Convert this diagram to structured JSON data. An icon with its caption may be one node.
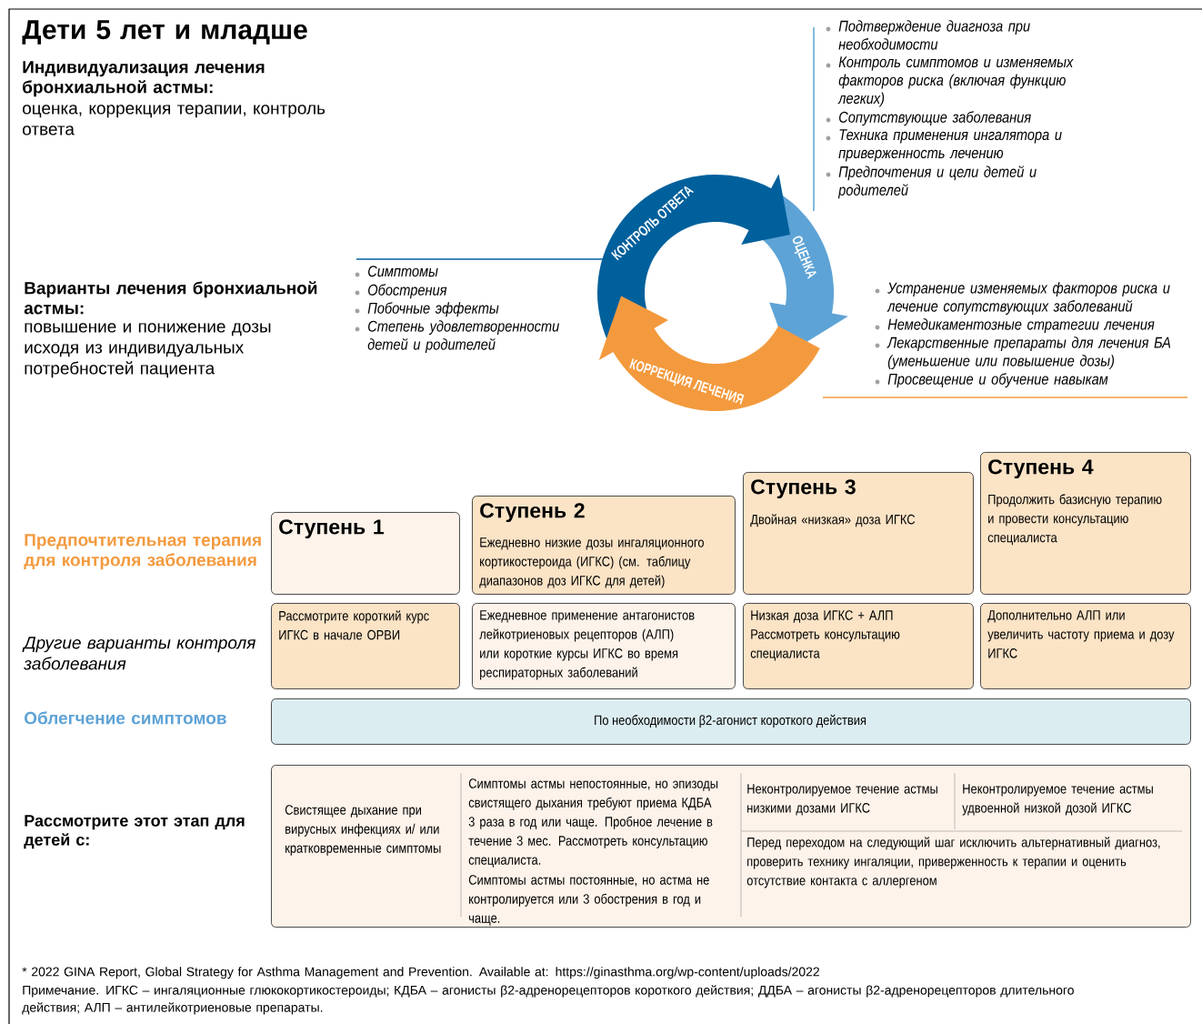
{
  "diagram": {
    "title": "Дети 5 лет и младше",
    "nodes": [
      {
        "text": [
          "КОНТРОЛЬ ОТВЕТА"
        ]
      },
      {
        "text": [
          "ОЦЕНКА"
        ]
      },
      {
        "text": [
          "КОРРЕКЦИЯ ЛЕЧЕНИЯ"
        ]
      },
      {
        "text": [
          "Ступень 1"
        ]
      },
      {
        "text": [
          "Ступень 2",
          "Ежедневно низкие дозы ингаляционного кортикостероида (ИГКС) (см. таблицу диапазонов доз ИГКС для детей)"
        ]
      },
      {
        "text": [
          "Ступень 3",
          "Двойная «низкая» доза ИГКС"
        ]
      },
      {
        "text": [
          "Ступень 4",
          "Продолжить базисную терапию и провести консультацию специалиста"
        ]
      },
      {
        "text": [
          "Рассмотрите короткий курс ИГКС в начале ОРВИ"
        ]
      },
      {
        "text": [
          "Ежедневное применение антагонистов лейкотриеновых рецепторов (АЛП) или короткие курсы ИГКС во время респираторных заболеваний"
        ]
      },
      {
        "text": [
          "Низкая доза ИГКС + АЛП",
          "Рассмотреть консультацию специалиста"
        ]
      },
      {
        "text": [
          "Дополнительно АЛП или увеличить частоту приема и дозу ИГКС"
        ]
      },
      {
        "text": [
          "По необходимости β2-агонист короткого действия"
        ]
      },
      {
        "text": [
          "Свистящее дыхание при вирусных инфекциях и/ или кратковременные симптомы",
          "Симптомы астмы непостоянные, но эпизоды свистящего дыхания требуют приема КДБА 3 раза в год или чаще. Пробное лечение в течение 3 мес. Рассмотреть консультацию специалиста.",
          "Симптомы астмы постоянные, но астма не контролируется или 3 обострения в год и чаще.",
          "Неконтролируемое течение астмы низкими дозами ИГКС",
          "Неконтролируемое течение астмы удвоенной низкой дозой ИГКС",
          "Перед переходом на следующий шаг исключить альтернативный диагноз, проверить технику ингаляции, приверженность к терапии и оценить отсутствие контакта с аллергеном"
        ]
      }
    ],
    "labels": [
      "Индивидуализация лечения бронхиальной астмы:",
      "оценка, коррекция терапии, контроль ответа",
      "Подтверждение диагноза при необходимости",
      "Контроль симптомов и изменяемых факторов риска (включая функцию легких)",
      "Сопутствующие заболевания",
      "Техника применения ингалятора и приверженность лечению",
      "Предпочтения и цели детей и родителей",
      "Варианты лечения бронхиальной астмы:",
      "повышение и понижение дозы исходя из индивидуальных потребностей пациента",
      "Симптомы",
      "Обострения",
      "Побочные эффекты",
      "Степень удовлетворенности детей и родителей",
      "Устранение изменяемых факторов риска и лечение сопутствующих заболеваний",
      "Немедикаментозные стратегии лечения",
      "Лекарственные препараты для лечения БА (уменьшение или повышение дозы)",
      "Просвещение и обучение навыкам",
      "Предпочтительная терапия для контроля заболевания",
      "Другие варианты контроля заболевания",
      "Облегчение симптомов",
      "Рассмотрите этот этап для детей с:",
      "* 2022 GINA Report, Global Strategy for Asthma Management and Prevention. Available at: https://ginasthma.org/wp-content/uploads/2022",
      "Примечание. ИГКС – ингаляционные глюкокортикостероиды; КДБА – агонисты β2-адренорецепторов короткого действия; ДДБА – агонисты β2-адренорецепторов длительного действия; АЛП – антилейкотриеновые препараты."
    ]
  }
}
